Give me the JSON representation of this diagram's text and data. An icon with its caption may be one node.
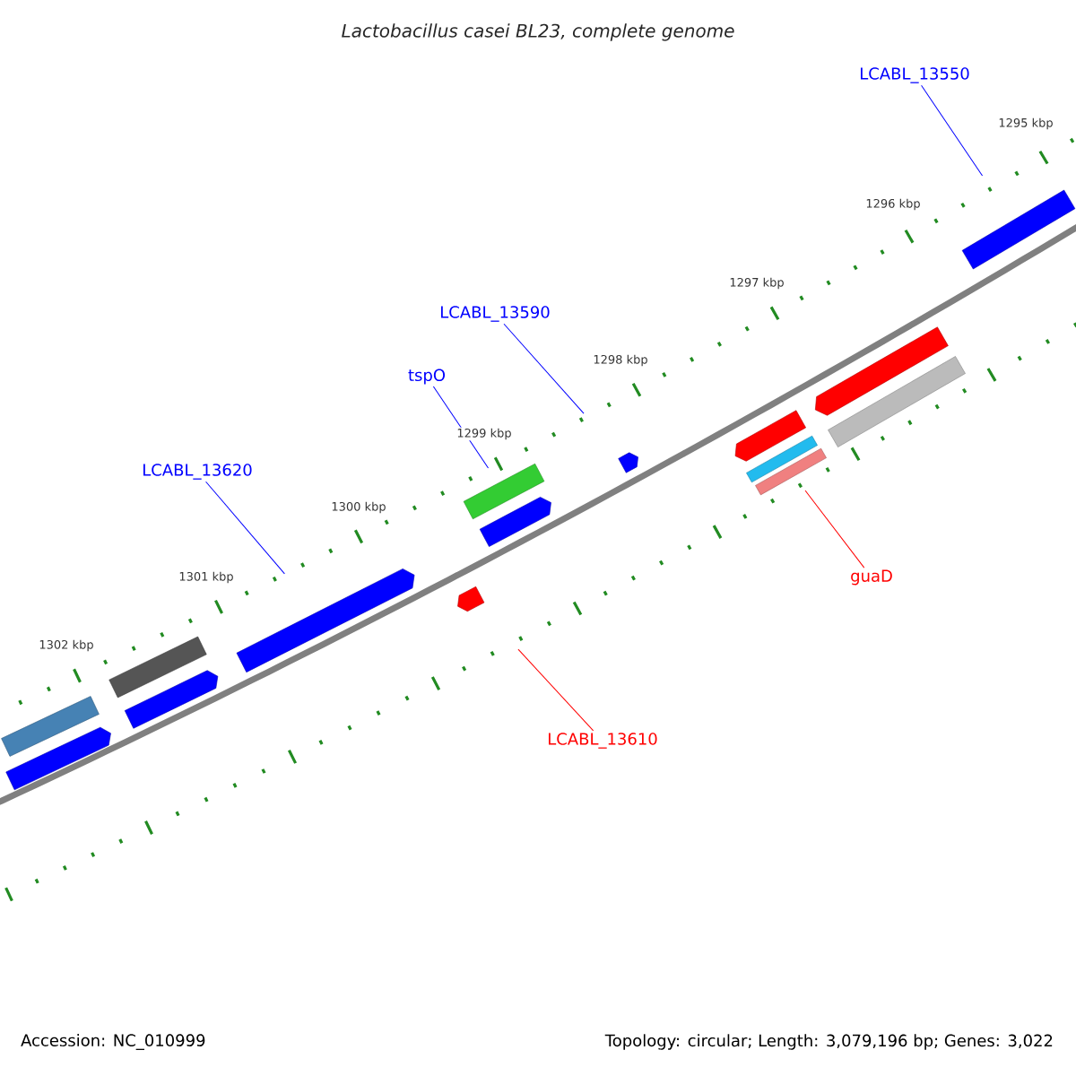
{
  "diagram": {
    "title": "Lactobacillus casei BL23, complete genome",
    "nodes": [
      {
        "text": [
          "LCABL_13550"
        ]
      },
      {
        "text": [
          "LCABL_13590"
        ]
      },
      {
        "text": [
          "tspO"
        ]
      },
      {
        "text": [
          "LCABL_13620"
        ]
      },
      {
        "text": [
          "guaD"
        ]
      },
      {
        "text": [
          "LCABL_13610"
        ]
      },
      {
        "text": [],
        "shape": "box"
      },
      {
        "text": [],
        "shape": "pentagon"
      },
      {
        "text": [],
        "shape": "box"
      },
      {
        "text": [],
        "shape": "pentagon"
      },
      {
        "text": [],
        "shape": "pentagon"
      },
      {
        "text": [],
        "shape": "pentagon"
      },
      {
        "text": [],
        "shape": "box"
      },
      {
        "text": [],
        "shape": "pentagon"
      },
      {
        "text": [],
        "shape": "pentagon"
      },
      {
        "text": [],
        "shape": "pentagon"
      },
      {
        "text": [],
        "shape": "box"
      },
      {
        "text": [],
        "shape": "box"
      },
      {
        "text": [],
        "shape": "pentagon"
      },
      {
        "text": [],
        "shape": "box"
      },
      {
        "text": [],
        "shape": "box"
      }
    ],
    "edges": [
      {
        "from": 0,
        "to": 20,
        "arrow": "none"
      },
      {
        "from": 1,
        "to": 14,
        "arrow": "none"
      },
      {
        "from": 2,
        "to": 12,
        "arrow": "none"
      },
      {
        "from": 3,
        "to": 10,
        "arrow": "none"
      },
      {
        "from": 4,
        "to": 17,
        "arrow": "none",
        "color": "#ff0000"
      },
      {
        "from": 5,
        "to": 11,
        "arrow": "none",
        "color": "#ff0000"
      }
    ],
    "labels": [
      "1295 kbp",
      "1296 kbp",
      "1297 kbp",
      "1298 kbp",
      "1299 kbp",
      "1300 kbp",
      "1301 kbp",
      "1302 kbp",
      "Accession: NC_010999",
      "Topology: circular; Length: 3,079,196 bp; Genes: 3,022"
    ]
  }
}
